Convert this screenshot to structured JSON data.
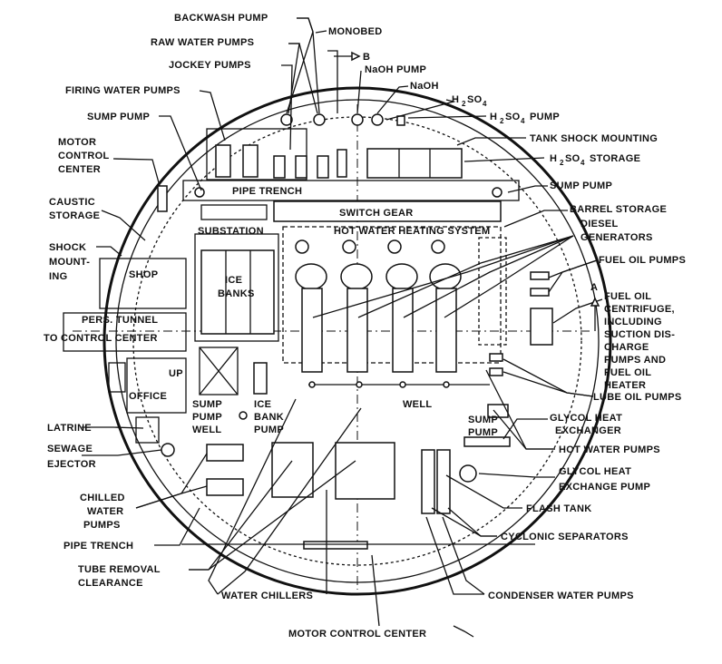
{
  "labels": {
    "backwash_pump": "BACKWASH PUMP",
    "monobed": "MONOBED",
    "raw_water_pumps": "RAW WATER PUMPS",
    "b_marker": "B",
    "jockey_pumps": "JOCKEY PUMPS",
    "naoh_pump": "NaOH PUMP",
    "naoh": "NaOH",
    "firing_water_pumps": "FIRING WATER PUMPS",
    "h2so4": "H",
    "h2so4_pump": "PUMP",
    "sump_pump_top_left": "SUMP PUMP",
    "tank_shock_mounting": "TANK SHOCK MOUNTING",
    "motor_control_center_l1": "MOTOR",
    "motor_control_center_l2": "CONTROL",
    "motor_control_center_l3": "CENTER",
    "h2so4_storage": "STORAGE",
    "sump_pump_right": "SUMP PUMP",
    "pipe_trench_top": "PIPE TRENCH",
    "caustic_l1": "CAUSTIC",
    "caustic_l2": "STORAGE",
    "switch_gear": "SWITCH GEAR",
    "barrel_storage": "BARREL STORAGE",
    "substation": "SUBSTATION",
    "hot_water_heating": "HOT WATER HEATING SYSTEM",
    "diesel_l1": "DIESEL",
    "diesel_l2": "GENERATORS",
    "shock_l1": "SHOCK",
    "shock_l2": "MOUNT-",
    "shock_l3": "ING",
    "fuel_oil_pumps": "FUEL OIL PUMPS",
    "shop": "SHOP",
    "ice_l1": "ICE",
    "ice_l2": "BANKS",
    "a_marker": "A",
    "centrifuge_l1": "FUEL OIL",
    "centrifuge_l2": "CENTRIFUGE,",
    "centrifuge_l3": "INCLUDING",
    "centrifuge_l4": "SUCTION DIS-",
    "centrifuge_l5": "CHARGE",
    "centrifuge_l6": "PUMPS AND",
    "centrifuge_l7": "FUEL OIL",
    "centrifuge_l8": "HEATER",
    "pers_tunnel": "PERS. TUNNEL",
    "to_control_center": "TO CONTROL CENTER",
    "up": "UP",
    "office": "OFFICE",
    "lube_oil_pumps": "LUBE OIL PUMPS",
    "sump_pump_well_l1": "SUMP",
    "sump_pump_well_l2": "PUMP",
    "sump_pump_well_l3": "WELL",
    "ice_bank_pump_l1": "ICE",
    "ice_bank_pump_l2": "BANK",
    "ice_bank_pump_l3": "PUMP",
    "well": "WELL",
    "latrine": "LATRINE",
    "sump_pump_center_l1": "SUMP",
    "sump_pump_center_l2": "PUMP",
    "glycol_hx_l1": "GLYCOL HEAT",
    "glycol_hx_l2": "EXCHANGER",
    "sewage_l1": "SEWAGE",
    "sewage_l2": "EJECTOR",
    "hot_water_pumps": "HOT WATER PUMPS",
    "glycol_pump_l1": "GLYCOL HEAT",
    "glycol_pump_l2": "EXCHANGE PUMP",
    "chilled_l1": "CHILLED",
    "chilled_l2": "WATER",
    "chilled_l3": "PUMPS",
    "flash_tank": "FLASH TANK",
    "pipe_trench_bottom": "PIPE TRENCH",
    "cyclonic_separators": "CYCLONIC SEPARATORS",
    "tube_l1": "TUBE REMOVAL",
    "tube_l2": "CLEARANCE",
    "water_chillers": "WATER CHILLERS",
    "condenser_water_pumps": "CONDENSER WATER PUMPS",
    "motor_control_center_bottom": "MOTOR CONTROL CENTER"
  }
}
